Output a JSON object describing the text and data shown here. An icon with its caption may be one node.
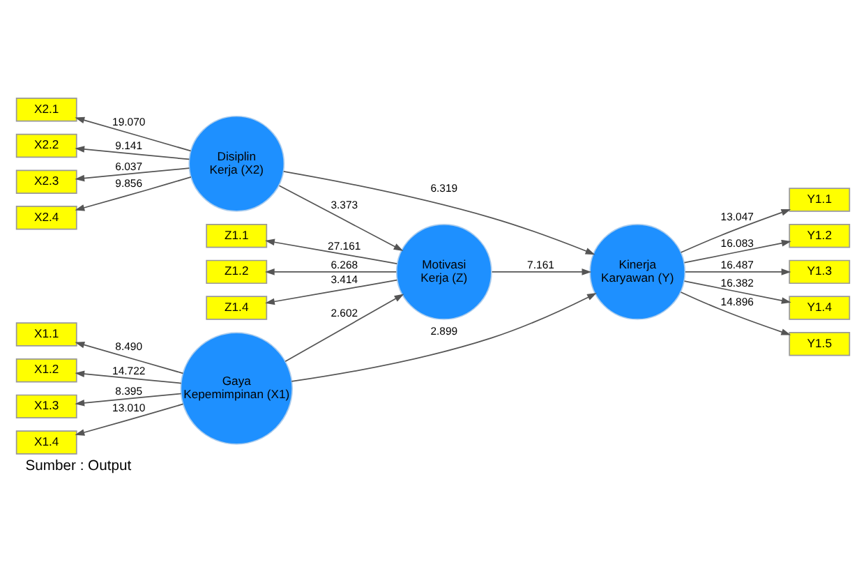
{
  "diagram": {
    "caption": "Sumber : Output",
    "nodes": [
      {
        "text": [
          "Gaya Kepemimpinan (X1)"
        ]
      },
      {
        "text": [
          "X1.1"
        ]
      },
      {
        "text": [
          "X1.2"
        ]
      },
      {
        "text": [
          "X1.3"
        ]
      },
      {
        "text": [
          "X1.4"
        ]
      },
      {
        "text": [
          "Motivasi Kerja (Z)"
        ]
      },
      {
        "text": [
          "Z1.1"
        ]
      },
      {
        "text": [
          "Z1.2"
        ]
      },
      {
        "text": [
          "Z1.4"
        ]
      },
      {
        "text": [
          "Disiplin Kerja (X2)"
        ]
      },
      {
        "text": [
          "X2.1"
        ]
      },
      {
        "text": [
          "X2.2"
        ]
      },
      {
        "text": [
          "X2.3"
        ]
      },
      {
        "text": [
          "X2.4"
        ]
      },
      {
        "text": [
          "Kinerja Karyawan (Y)"
        ]
      },
      {
        "text": [
          "Y1.1"
        ]
      },
      {
        "text": [
          "Y1.2"
        ]
      },
      {
        "text": [
          "Y1.3"
        ]
      },
      {
        "text": [
          "Y1.4"
        ]
      },
      {
        "text": [
          "Y1.5"
        ]
      }
    ],
    "edges": [
      {
        "from": 0,
        "to": 1,
        "arrow": "to",
        "label": "8.490"
      },
      {
        "from": 0,
        "to": 2,
        "arrow": "to",
        "label": "14.722"
      },
      {
        "from": 0,
        "to": 3,
        "arrow": "to",
        "label": "8.395"
      },
      {
        "from": 0,
        "to": 4,
        "arrow": "to",
        "label": "13.010"
      },
      {
        "from": 5,
        "to": 6,
        "arrow": "to",
        "label": "27.161"
      },
      {
        "from": 5,
        "to": 7,
        "arrow": "to",
        "label": "6.268"
      },
      {
        "from": 5,
        "to": 8,
        "arrow": "to",
        "label": "3.414"
      },
      {
        "from": 9,
        "to": 10,
        "arrow": "to",
        "label": "19.070"
      },
      {
        "from": 9,
        "to": 11,
        "arrow": "to",
        "label": "9.141"
      },
      {
        "from": 9,
        "to": 12,
        "arrow": "to",
        "label": "6.037"
      },
      {
        "from": 9,
        "to": 13,
        "arrow": "to",
        "label": "9.856"
      },
      {
        "from": 0,
        "to": 5,
        "arrow": "to",
        "label": "2.602"
      },
      {
        "from": 0,
        "to": 14,
        "arrow": "to",
        "label": "2.899"
      },
      {
        "from": 5,
        "to": 14,
        "arrow": "to",
        "label": "7.161"
      },
      {
        "from": 9,
        "to": 5,
        "arrow": "to",
        "label": "3.373"
      },
      {
        "from": 9,
        "to": 14,
        "arrow": "to",
        "label": "6.319"
      },
      {
        "from": 14,
        "to": 15,
        "arrow": "to",
        "label": "13.047"
      },
      {
        "from": 14,
        "to": 16,
        "arrow": "to",
        "label": "16.083"
      },
      {
        "from": 14,
        "to": 17,
        "arrow": "to",
        "label": "16.487"
      },
      {
        "from": 14,
        "to": 18,
        "arrow": "to",
        "label": "16.382"
      },
      {
        "from": 14,
        "to": 19,
        "arrow": "to",
        "label": "14.896"
      }
    ]
  }
}
